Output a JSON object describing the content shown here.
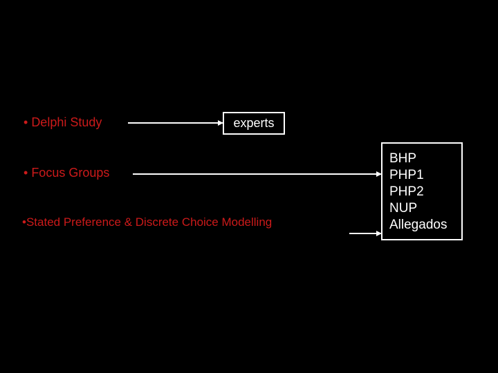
{
  "slide": {
    "background_color": "#000000",
    "accent_red": "#cc1a1a",
    "accent_white": "#ffffff"
  },
  "methods": {
    "items": [
      {
        "bullet": "• ",
        "label": "Delphi Study"
      },
      {
        "bullet": "• ",
        "label": "Focus Groups"
      },
      {
        "bullet": "•",
        "label": "Stated Preference & Discrete Choice Modelling"
      }
    ]
  },
  "experts_box": {
    "label": "experts"
  },
  "categories_box": {
    "items": [
      "BHP",
      "PHP1",
      "PHP2",
      "NUP",
      "Allegados"
    ]
  },
  "connectors": [
    {
      "name": "delphi-to-experts",
      "from": "Delphi Study",
      "to": "experts"
    },
    {
      "name": "focus-to-categories",
      "from": "Focus Groups",
      "to": "categories"
    },
    {
      "name": "stated-to-categories",
      "from": "Stated Preference & Discrete Choice Modelling",
      "to": "categories"
    }
  ]
}
